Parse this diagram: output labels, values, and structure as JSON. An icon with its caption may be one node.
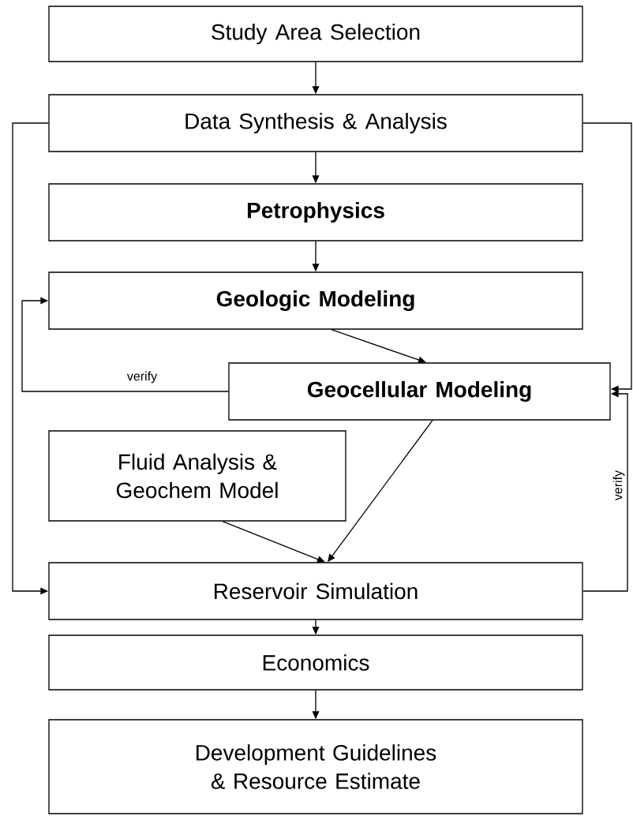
{
  "diagram": {
    "nodes": [
      {
        "text": [
          "Study Area Selection"
        ]
      },
      {
        "text": [
          "Data Synthesis & Analysis"
        ]
      },
      {
        "text": [
          "Petrophysics"
        ]
      },
      {
        "text": [
          "Geologic Modeling"
        ]
      },
      {
        "text": [
          "Geocellular Modeling"
        ]
      },
      {
        "text": [
          "Fluid Analysis & Geochem Model"
        ]
      },
      {
        "text": [
          "Reservoir Simulation"
        ]
      },
      {
        "text": [
          "Economics"
        ]
      },
      {
        "text": [
          "Development Guidelines & Resource Estimate"
        ]
      }
    ],
    "edges": [
      {
        "from": 0,
        "to": 1,
        "arrow": "to"
      },
      {
        "from": 1,
        "to": 2,
        "arrow": "to"
      },
      {
        "from": 2,
        "to": 3,
        "arrow": "to"
      },
      {
        "from": 3,
        "to": 4,
        "arrow": "to"
      },
      {
        "from": 4,
        "to": 6,
        "arrow": "to"
      },
      {
        "from": 5,
        "to": 6,
        "arrow": "to"
      },
      {
        "from": 6,
        "to": 7,
        "arrow": "to"
      },
      {
        "from": 7,
        "to": 8,
        "arrow": "to"
      },
      {
        "from": 1,
        "to": 6,
        "arrow": "to"
      },
      {
        "from": 4,
        "to": 3,
        "label": "verify",
        "arrow": "to"
      },
      {
        "from": 1,
        "to": 4,
        "arrow": "to"
      },
      {
        "from": 6,
        "to": 4,
        "label": "verify",
        "arrow": "to"
      }
    ]
  }
}
